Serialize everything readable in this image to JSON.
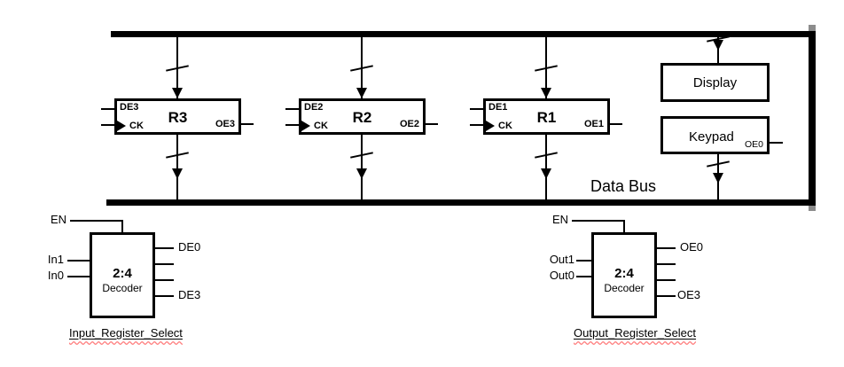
{
  "bus": {
    "label": "Data Bus"
  },
  "registers": [
    {
      "name": "R3",
      "de_label": "DE3",
      "ck_label": "CK",
      "oe_label": "OE3"
    },
    {
      "name": "R2",
      "de_label": "DE2",
      "ck_label": "CK",
      "oe_label": "OE2"
    },
    {
      "name": "R1",
      "de_label": "DE1",
      "ck_label": "CK",
      "oe_label": "OE1"
    }
  ],
  "peripherals": {
    "display": {
      "label": "Display"
    },
    "keypad": {
      "label": "Keypad",
      "oe_label": "OE0"
    }
  },
  "decoders": {
    "input": {
      "en_label": "EN",
      "sel1_label": "In1",
      "sel0_label": "In0",
      "ratio_label": "2:4",
      "type_label": "Decoder",
      "out_first_label": "DE0",
      "out_last_label": "DE3",
      "caption": "Input_Register_Select"
    },
    "output": {
      "en_label": "EN",
      "sel1_label": "Out1",
      "sel0_label": "Out0",
      "ratio_label": "2:4",
      "type_label": "Decoder",
      "out_first_label": "OE0",
      "out_last_label": "OE3",
      "caption": "Output_Register_Select"
    }
  },
  "colors": {
    "line": "#000000",
    "background": "#ffffff",
    "squiggle": "#ff7f7f",
    "corner_nub": "#8c8c8c"
  }
}
